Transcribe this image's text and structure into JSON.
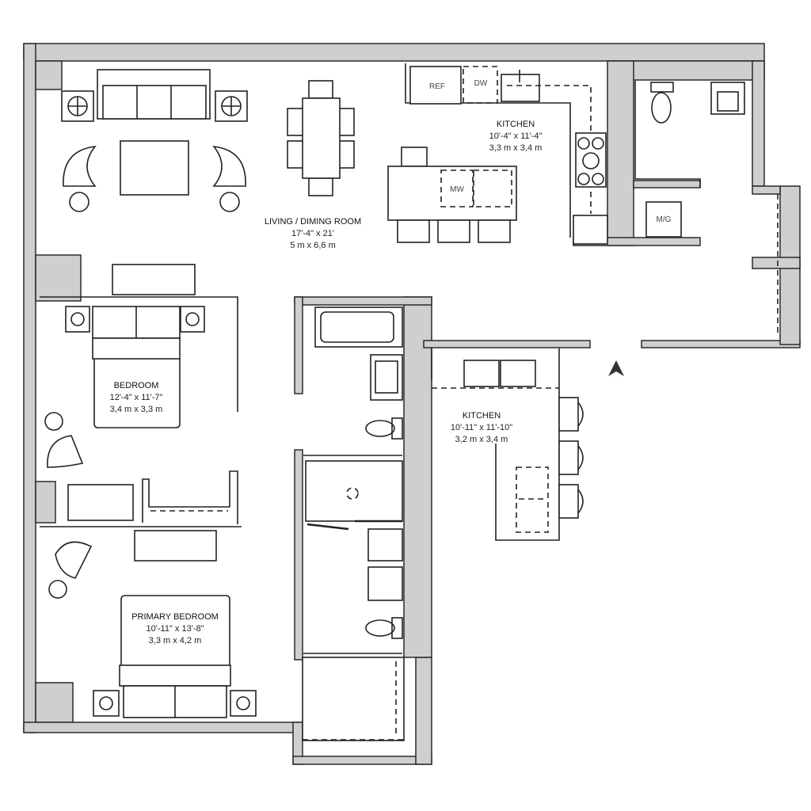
{
  "rooms": {
    "living": {
      "name": "LIVING / DIMING ROOM",
      "imperial": "17'-4\" x 21'",
      "metric": "5 m x 6,6 m"
    },
    "kitchen_upper": {
      "name": "KITCHEN",
      "imperial": "10'-4\" x 11'-4\"",
      "metric": "3,3 m x 3,4 m"
    },
    "bedroom": {
      "name": "BEDROOM",
      "imperial": "12'-4\" x 11'-7\"",
      "metric": "3,4 m x 3,3 m"
    },
    "kitchen_lower": {
      "name": "KITCHEN",
      "imperial": "10'-11\" x 11'-10\"",
      "metric": "3,2 m x 3,4 m"
    },
    "primary_bedroom": {
      "name": "PRIMARY BEDROOM",
      "imperial": "10'-11\" x 13'-8\"",
      "metric": "3,3 m x 4,2 m"
    }
  },
  "appliances": {
    "ref": "REF",
    "dw": "DW",
    "mw": "MW",
    "wd": "M/G"
  },
  "colors": {
    "wall": "#cfcfcf",
    "line": "#222222"
  }
}
